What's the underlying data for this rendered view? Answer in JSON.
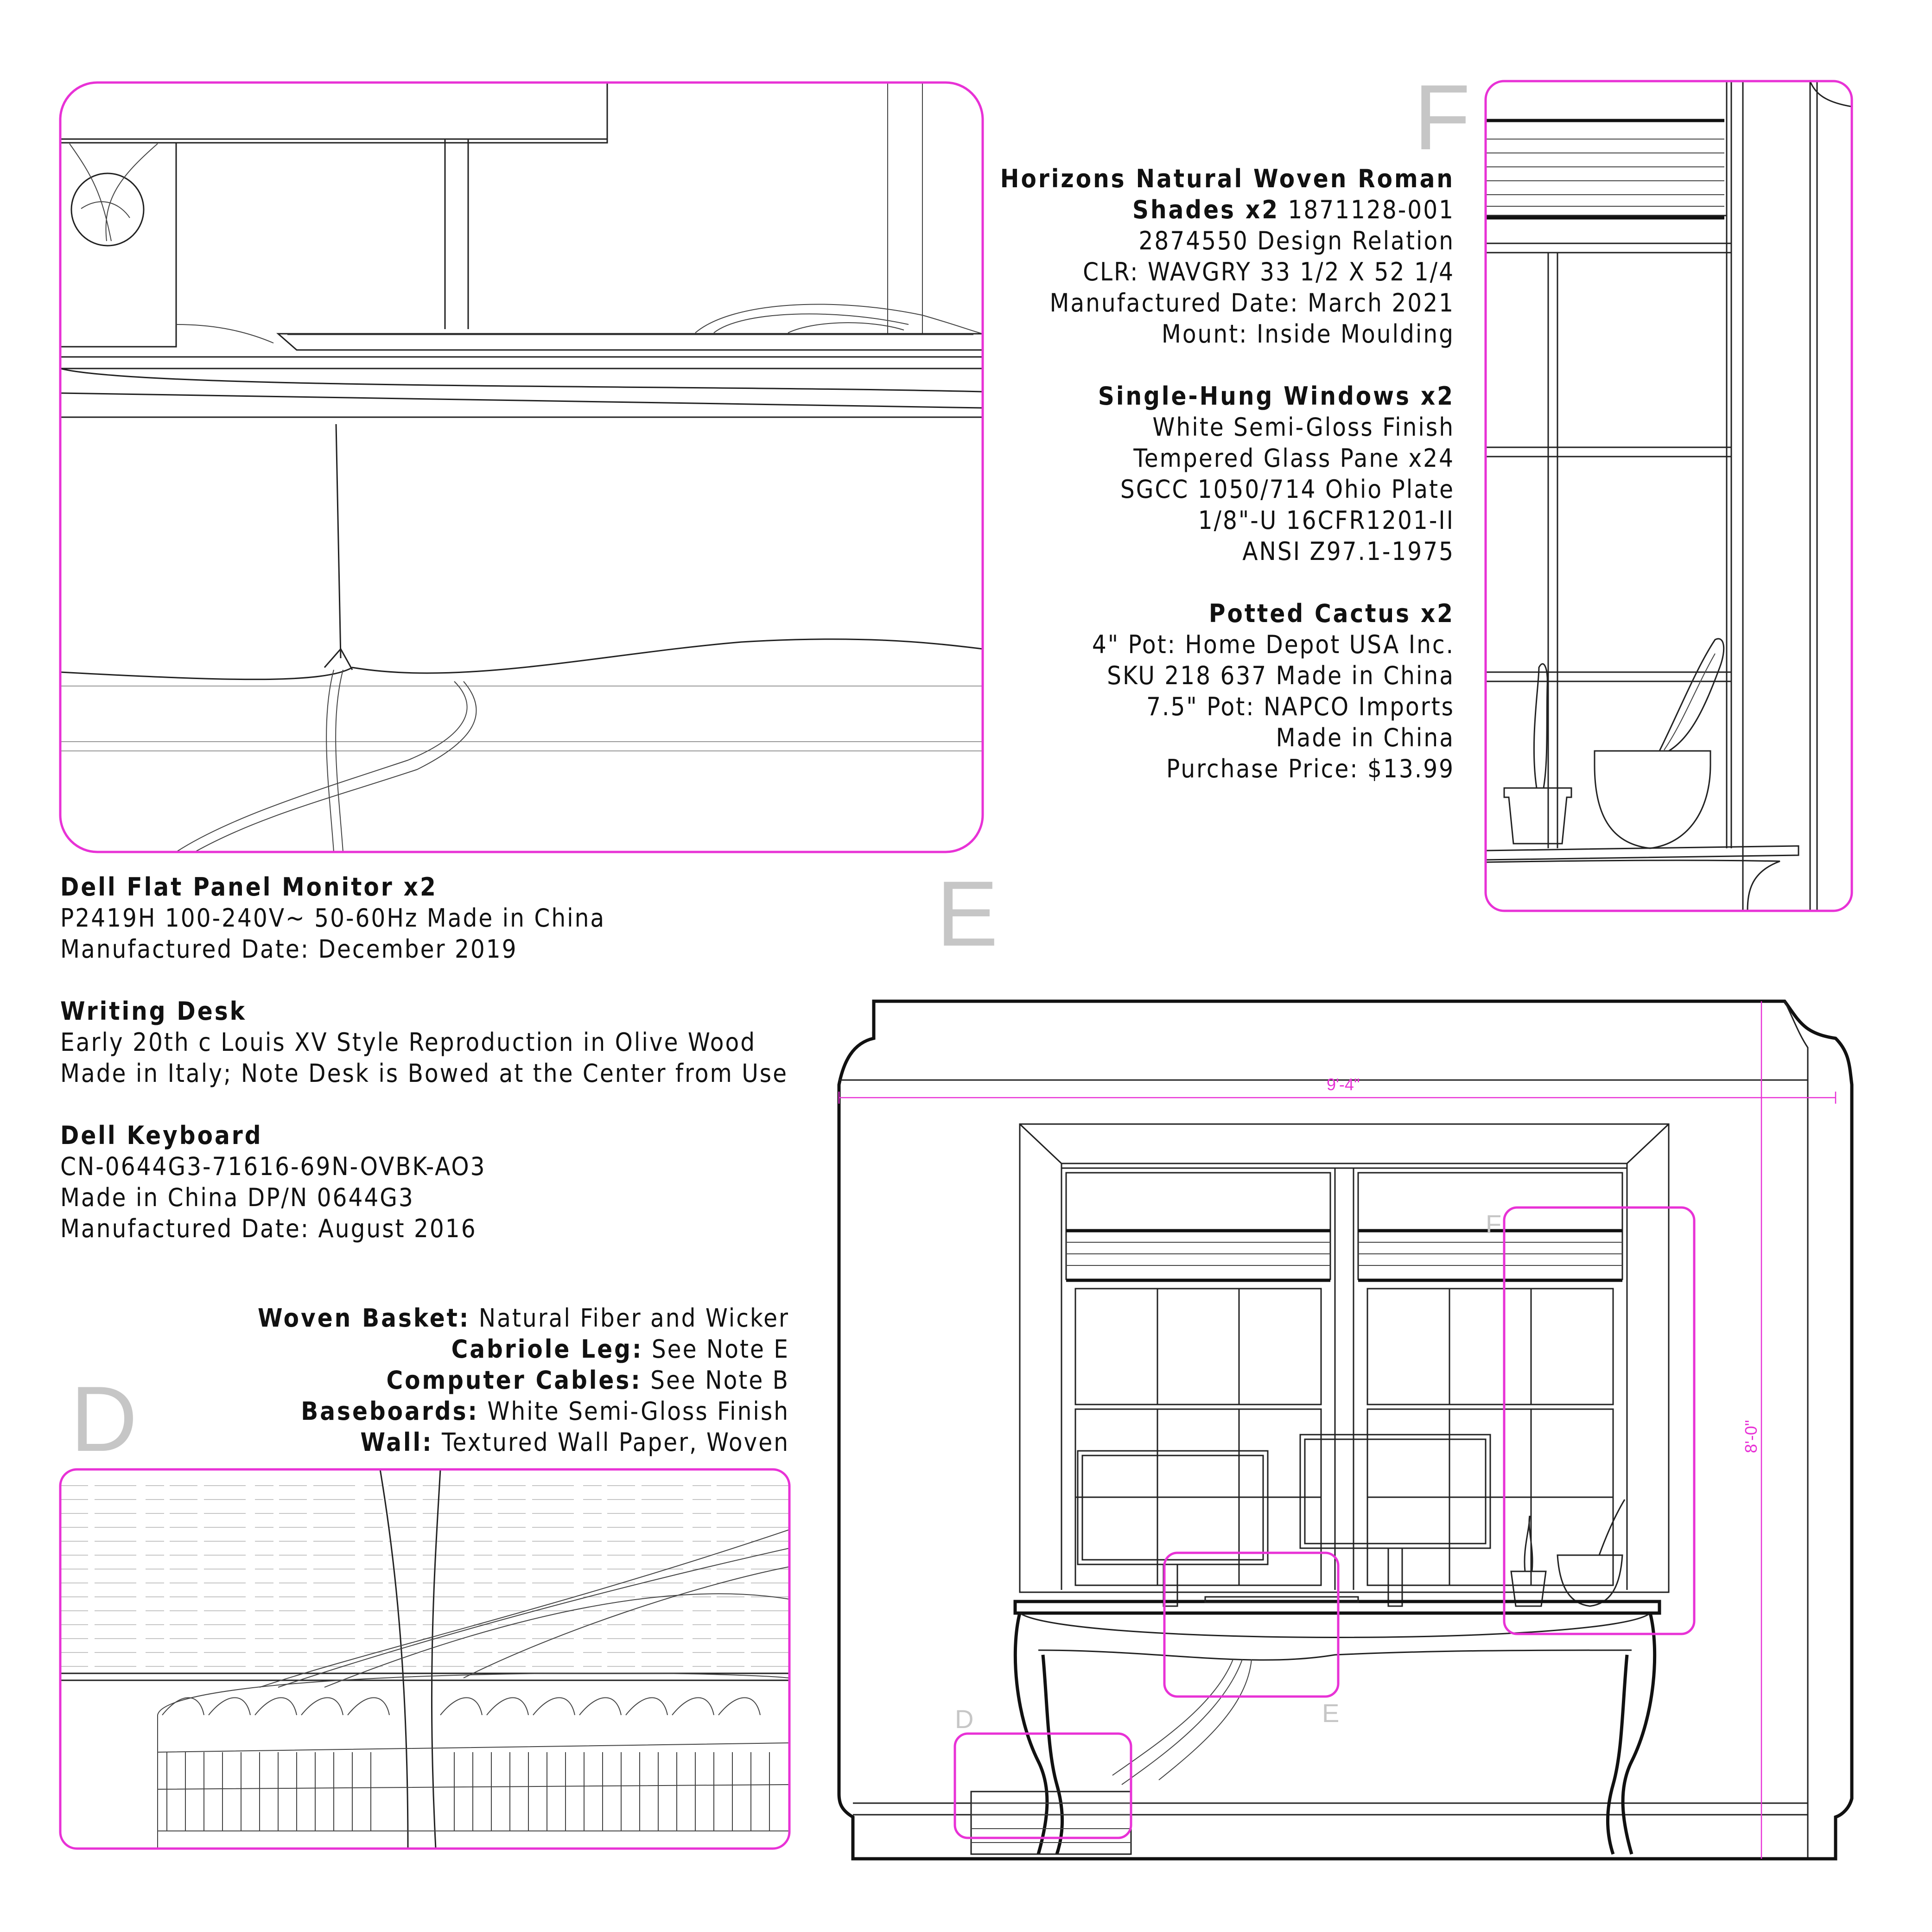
{
  "panel_letters": {
    "d": "D",
    "e": "E",
    "f": "F"
  },
  "plan_labels": {
    "d": "D",
    "e": "E",
    "f": "F"
  },
  "dimensions": {
    "width": "9'-4\"",
    "height": "8'-0\""
  },
  "notes_e": [
    {
      "title": "Dell Flat Panel Monitor x2",
      "lines": [
        "P2419H 100-240V~ 50-60Hz Made in China",
        "Manufactured Date: December 2019"
      ]
    },
    {
      "title": "Writing Desk",
      "lines": [
        "Early 20th c Louis XV Style Reproduction in Olive Wood",
        "Made in Italy; Note Desk is Bowed at the Center from Use"
      ]
    },
    {
      "title": "Dell Keyboard",
      "lines": [
        "CN-0644G3-71616-69N-OVBK-AO3",
        "Made in China DP/N 0644G3",
        "Manufactured Date: August 2016"
      ]
    }
  ],
  "notes_f": [
    {
      "title": "Horizons Natural Woven Roman",
      "title2": "Shades x2",
      "first_rest": " 1871128-001",
      "lines": [
        "2874550 Design Relation",
        "CLR: WAVGRY 33 1/2 X 52 1/4",
        "Manufactured Date: March 2021",
        "Mount: Inside Moulding"
      ]
    },
    {
      "title": "Single-Hung Windows x2",
      "lines": [
        "White Semi-Gloss Finish",
        "Tempered Glass Pane x24",
        "SGCC 1050/714 Ohio Plate",
        "1/8\"-U 16CFR1201-II",
        "ANSI Z97.1-1975"
      ]
    },
    {
      "title": "Potted Cactus x2",
      "lines": [
        "4\" Pot: Home Depot USA Inc.",
        "SKU 218 637 Made in China",
        "7.5\" Pot: NAPCO Imports",
        "Made in China",
        "Purchase Price: $13.99"
      ]
    }
  ],
  "notes_d": [
    {
      "label": "Woven Basket:",
      "value": " Natural Fiber and Wicker"
    },
    {
      "label": "Cabriole Leg:",
      "value": " See Note E"
    },
    {
      "label": "Computer Cables:",
      "value": " See Note B"
    },
    {
      "label": "Baseboards:",
      "value": " White Semi-Gloss Finish"
    },
    {
      "label": "Wall:",
      "value": " Textured Wall Paper, Woven"
    }
  ],
  "colors": {
    "accent": "#e832d6",
    "ink": "#111111",
    "letter": "#c6c6c6"
  }
}
